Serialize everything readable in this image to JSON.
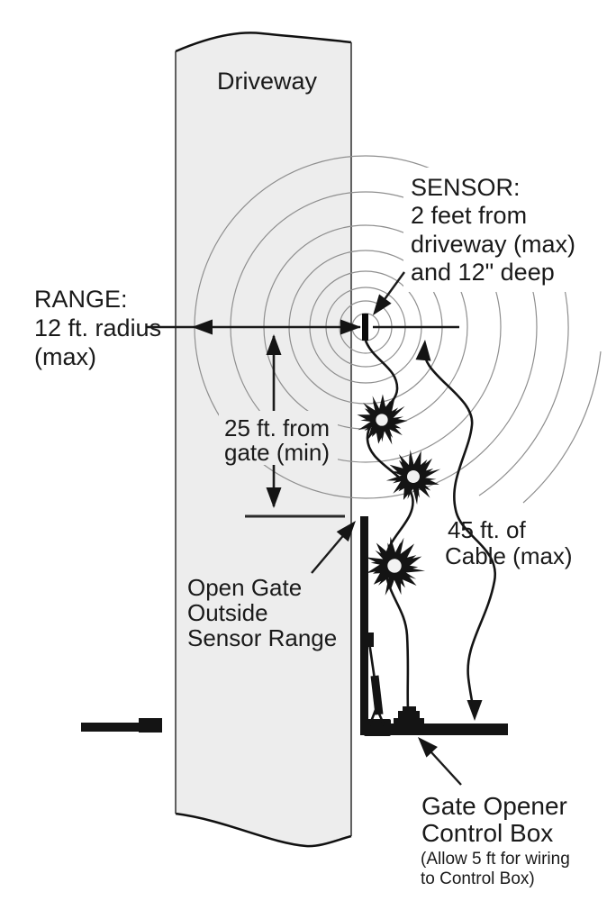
{
  "title": "Gate opener sensor installation diagram",
  "labels": {
    "driveway": "Driveway",
    "sensor": {
      "l1": "SENSOR:",
      "l2": "2 feet from",
      "l3": "driveway (max)",
      "l4": "and 12\" deep"
    },
    "range": {
      "l1": "RANGE:",
      "l2": "12 ft. radius",
      "l3": "(max)"
    },
    "distance25": {
      "l1": "25 ft. from",
      "l2": "gate (min)"
    },
    "cable45": {
      "l1": "45 ft. of",
      "l2": "Cable (max)"
    },
    "open_gate": {
      "l1": "Open Gate",
      "l2": "Outside",
      "l3": "Sensor Range"
    },
    "control_box": {
      "l1": "Gate Opener",
      "l2": "Control Box",
      "l3": "(Allow 5 ft for wiring",
      "l4": "to Control Box)"
    }
  },
  "colors": {
    "background": "#ffffff",
    "driveway_fill": "#ededed",
    "driveway_edge": "#3a3a3a",
    "field_circle_stroke": "#8f8f8f",
    "line": "#1a1a1a",
    "text": "#1a1a1a"
  }
}
